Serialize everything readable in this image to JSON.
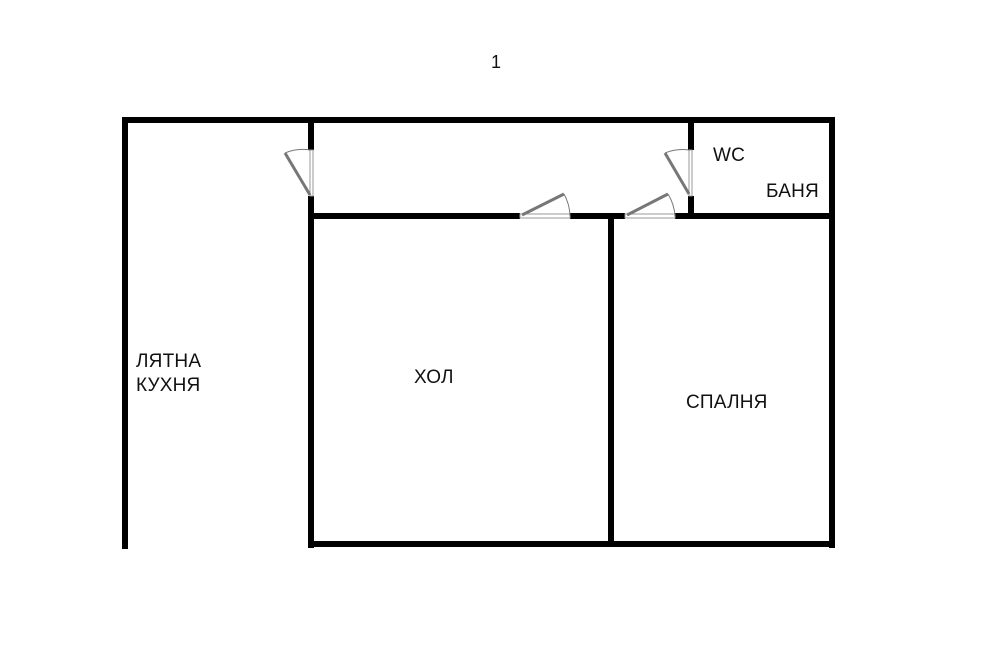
{
  "floor_label": "1",
  "rooms": {
    "summer_kitchen": {
      "line1": "ЛЯТНА",
      "line2": "КУХНЯ"
    },
    "hall": "ХОЛ",
    "bedroom": "СПАЛНЯ",
    "wc": "WC",
    "bathroom": "БАНЯ"
  },
  "colors": {
    "wall": "#000000",
    "door": "#777777",
    "background": "#ffffff"
  }
}
